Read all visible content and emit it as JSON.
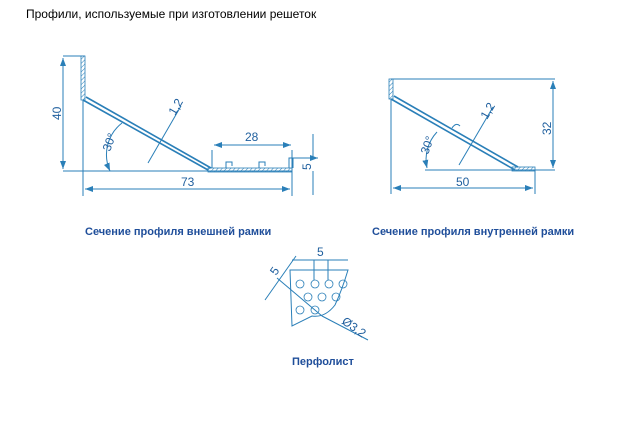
{
  "title": "Профили, используемые при изготовлении решеток",
  "outer_frame": {
    "caption": "Сечение профиля внешней рамки",
    "height": "40",
    "angle": "30°",
    "thickness": "1,2",
    "flange": "28",
    "lip": "5",
    "width": "73"
  },
  "inner_frame": {
    "caption": "Сечение профиля внутренней рамки",
    "height": "32",
    "angle": "30°",
    "thickness": "1,2",
    "width": "50"
  },
  "perforated_sheet": {
    "caption": "Перфолист",
    "pitch_x": "5",
    "pitch_y": "5",
    "hole_diameter": "Ø3,2"
  },
  "colors": {
    "line": "#2a7fb8",
    "caption": "#1f4e9a"
  }
}
